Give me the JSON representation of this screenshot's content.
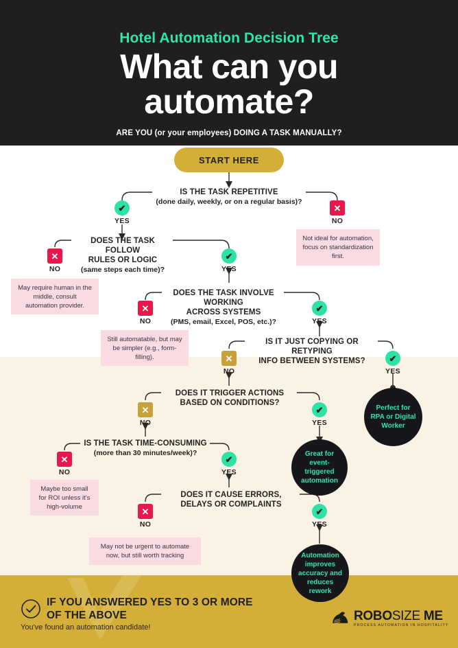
{
  "header": {
    "eyebrow": "Hotel Automation Decision Tree",
    "headline_line1": "What can you",
    "headline_line2": "automate?",
    "subhead": "ARE YOU (or your employees) DOING A TASK MANUALLY?",
    "start_button": "START HERE"
  },
  "labels": {
    "yes": "YES",
    "no": "NO"
  },
  "questions": {
    "q1": {
      "main": "IS THE TASK REPETITIVE",
      "sub": "(done daily, weekly, or on a regular basis)?"
    },
    "q2": {
      "main_line1": "DOES THE TASK FOLLOW",
      "main_line2": "RULES OR LOGIC",
      "sub": "(same steps each time)?"
    },
    "q3": {
      "main_line1": "DOES THE TASK INVOLVE WORKING",
      "main_line2": "ACROSS SYSTEMS",
      "sub": "(PMS, email, Excel, POS, etc.)?"
    },
    "q4": {
      "main_line1": "IS IT JUST COPYING OR RETYPING",
      "main_line2": "INFO BETWEEN SYSTEMS?"
    },
    "q5": {
      "main_line1": "DOES IT TRIGGER ACTIONS",
      "main_line2": "BASED ON CONDITIONS?"
    },
    "q6": {
      "main": "IS THE TASK TIME-CONSUMING",
      "sub": "(more than 30 minutes/week)?"
    },
    "q7": {
      "main_line1": "DOES IT CAUSE ERRORS,",
      "main_line2": "DELAYS OR COMPLAINTS"
    }
  },
  "notes": {
    "n1": "Not ideal for automation, focus on standardization first.",
    "n2": "May require human in the middle, consult automation provider.",
    "n3": "Still automatable, but may be simpler (e.g., form-filling).",
    "n4": "Maybe too small for ROI unless it's high-volume",
    "n5": "May not be urgent to automate now, but still worth tracking"
  },
  "outcomes": {
    "o1": "Perfect for RPA or Digital Worker",
    "o2": "Great for event-triggered automation",
    "o3": "Automation improves accuracy and reduces rework"
  },
  "footer": {
    "title_line1": "IF YOU ANSWERED YES TO 3 OR MORE",
    "title_line2": "OF THE ABOVE",
    "subtitle": "You've found an automation candidate!",
    "logo_bold1": "ROBO",
    "logo_light": "SIZE",
    "logo_bold2": " ME",
    "logo_tagline": "PROCESS AUTOMATION IN HOSPITALITY"
  },
  "colors": {
    "dark": "#201f1d",
    "cream": "#fbf2e6",
    "gold": "#d3ae38",
    "mint": "#2ce2a5",
    "red": "#e8174c",
    "pink": "#fbdbe2",
    "circle_dark": "#17161a"
  }
}
